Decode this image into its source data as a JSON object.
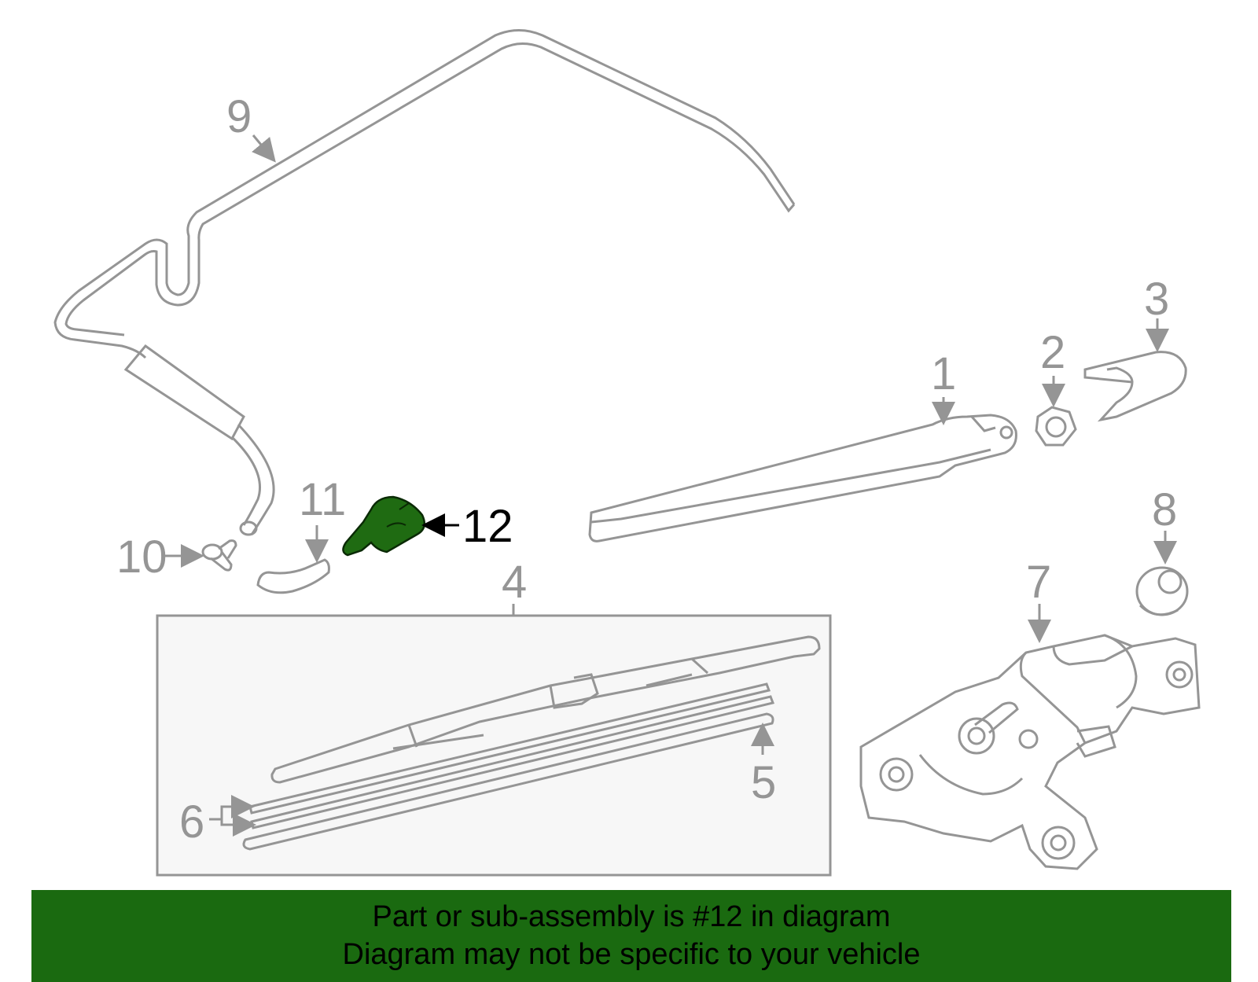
{
  "colors": {
    "line_gray": "#959595",
    "highlight_fill": "#1f6b12",
    "highlight_stroke": "#0a2a05",
    "banner_bg": "#1a6a10",
    "panel_bg": "#f7f7f7",
    "text_dark": "#000000"
  },
  "callouts": {
    "c1": "1",
    "c2": "2",
    "c3": "3",
    "c4": "4",
    "c5": "5",
    "c6": "6",
    "c7": "7",
    "c8": "8",
    "c9": "9",
    "c10": "10",
    "c11": "11",
    "c12": "12"
  },
  "highlighted_part": "12",
  "banner": {
    "line1": "Part or sub-assembly is #12 in diagram",
    "line2": "Diagram may not be specific to your vehicle"
  }
}
